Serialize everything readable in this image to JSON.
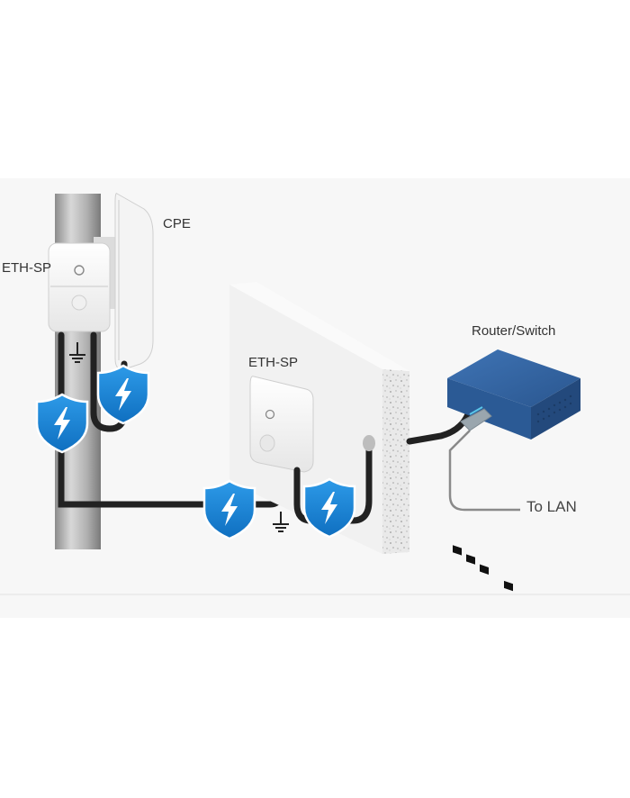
{
  "labels": {
    "cpe": "CPE",
    "eth_sp_pole": "ETH-SP",
    "eth_sp_wall": "ETH-SP",
    "router_switch": "Router/Switch",
    "to_lan": "To LAN"
  },
  "icons": {
    "surge_shield": "lightning-shield-icon",
    "ground": "ground-icon",
    "brand_logo": "ubiquiti-u-logo"
  },
  "colors": {
    "shield_blue": "#1a84d6",
    "router_blue": "#2f5f9e",
    "cable": "#222222",
    "lan_cable": "#8a8a8a",
    "background_panel": "#f7f7f7"
  }
}
